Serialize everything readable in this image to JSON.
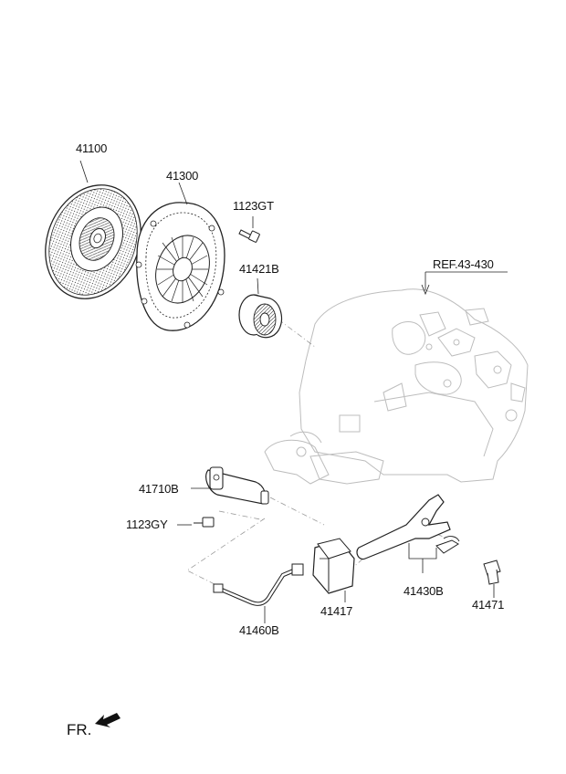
{
  "parts": {
    "clutch_disc": "41100",
    "clutch_cover": "41300",
    "bolt_top": "1123GT",
    "release_bearing": "41421B",
    "transaxle_ref": "REF.43-430",
    "release_cylinder": "41710B",
    "bolt_cylinder": "1123GY",
    "clutch_tube": "41460B",
    "damper": "41417",
    "release_fork": "41430B",
    "fork_bolt": "41471"
  },
  "direction": {
    "label": "FR.",
    "arrow_icon": "front-arrow-icon"
  }
}
